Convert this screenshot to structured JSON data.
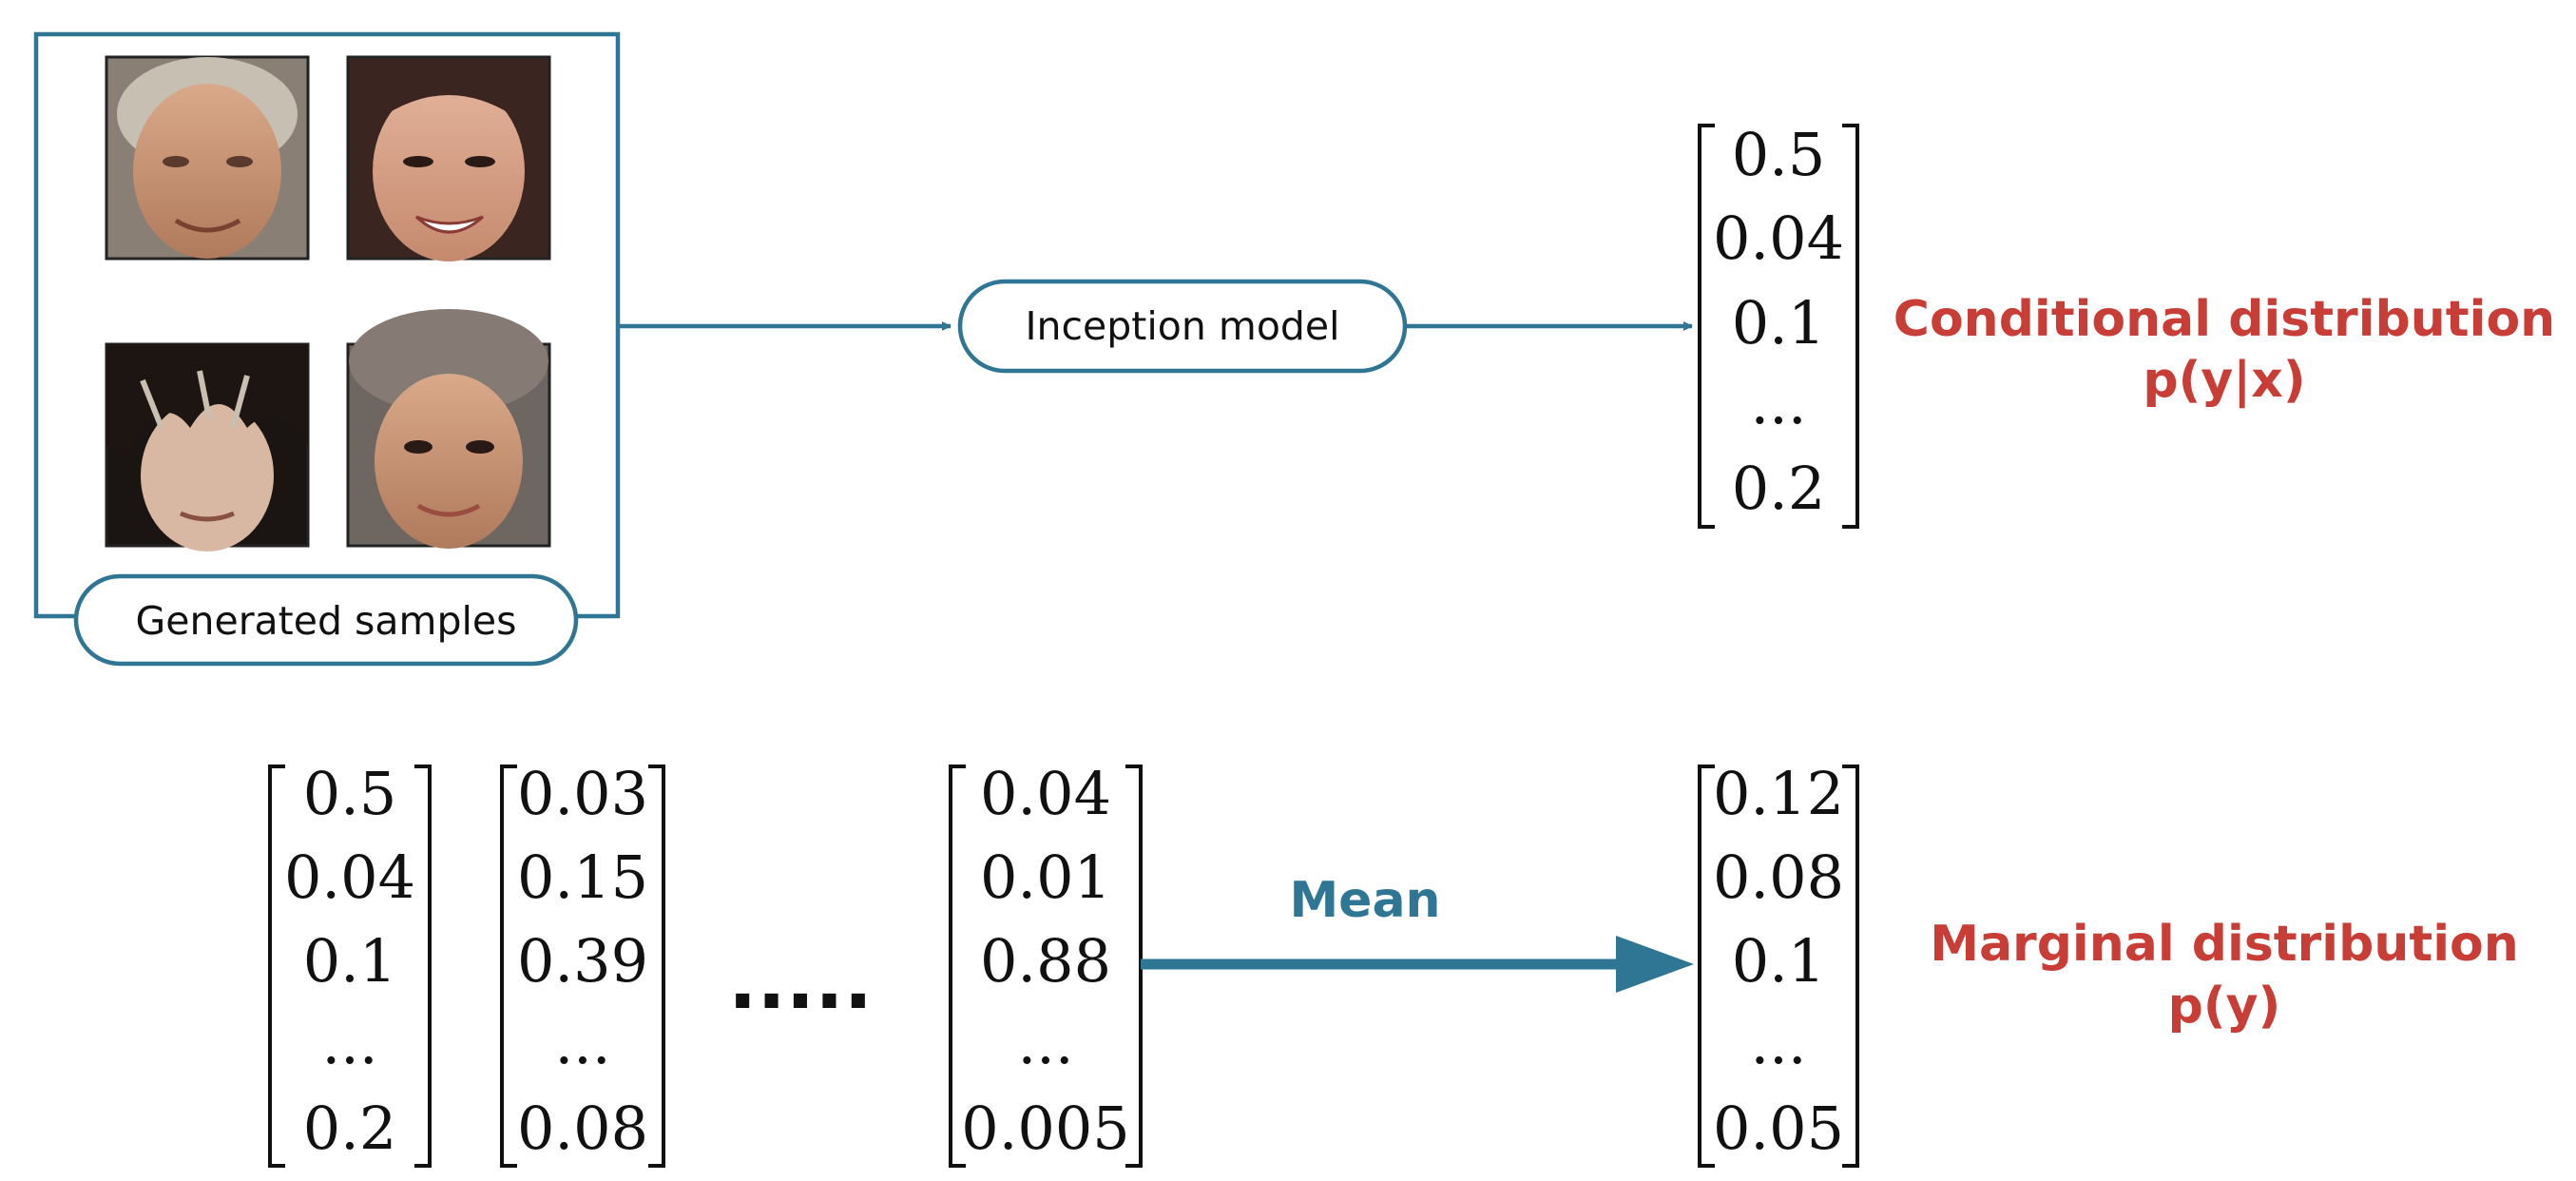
{
  "colors": {
    "accent": "#2f7594",
    "label_red": "#c83e36",
    "text": "#111111"
  },
  "samples_box": {
    "label": "Generated samples",
    "images": [
      {
        "name": "face-blond-man-image"
      },
      {
        "name": "face-smiling-woman-image"
      },
      {
        "name": "face-dark-bangs-image"
      },
      {
        "name": "face-woman-grey-hair-image"
      }
    ]
  },
  "inception": {
    "label": "Inception model"
  },
  "conditional": {
    "vector": [
      "0.5",
      "0.04",
      "0.1",
      "...",
      "0.2"
    ],
    "label_line1": "Conditional distribution",
    "label_line2": "p(y|x)"
  },
  "marginal_inputs": {
    "vectors": [
      [
        "0.5",
        "0.04",
        "0.1",
        "...",
        "0.2"
      ],
      [
        "0.03",
        "0.15",
        "0.39",
        "...",
        "0.08"
      ],
      [
        "0.04",
        "0.01",
        "0.88",
        "...",
        "0.005"
      ]
    ],
    "ellipsis": "....."
  },
  "mean": {
    "label": "Mean"
  },
  "marginal": {
    "vector": [
      "0.12",
      "0.08",
      "0.1",
      "...",
      "0.05"
    ],
    "label_line1": "Marginal distribution",
    "label_line2": "p(y)"
  }
}
